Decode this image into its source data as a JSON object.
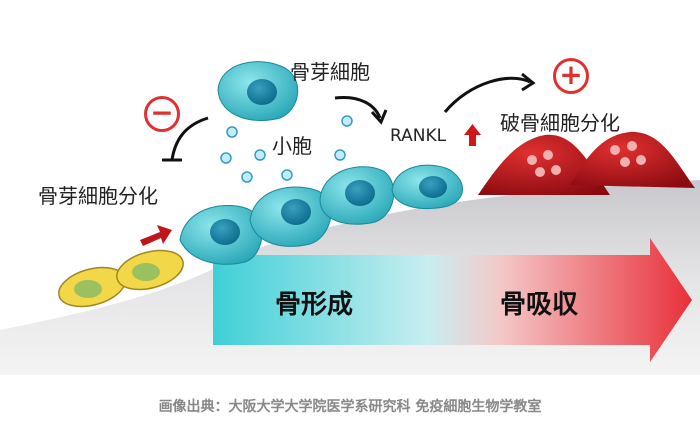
{
  "labels": {
    "osteoblast": "骨芽細胞",
    "vesicle": "小胞",
    "rankl": "RANKL",
    "osteoclast_diff": "破骨細胞分化",
    "osteoblast_diff": "骨芽細胞分化",
    "minus": "−",
    "plus": "+"
  },
  "arrow": {
    "formation": "骨形成",
    "resorption": "骨吸収"
  },
  "caption": "画像出典：大阪大学大学院医学系研究科 免疫細胞生物学教室",
  "colors": {
    "cyan": "#3fc4cf",
    "red": "#c0151a",
    "accent": "#e03030",
    "yellow": "#e8c840"
  }
}
